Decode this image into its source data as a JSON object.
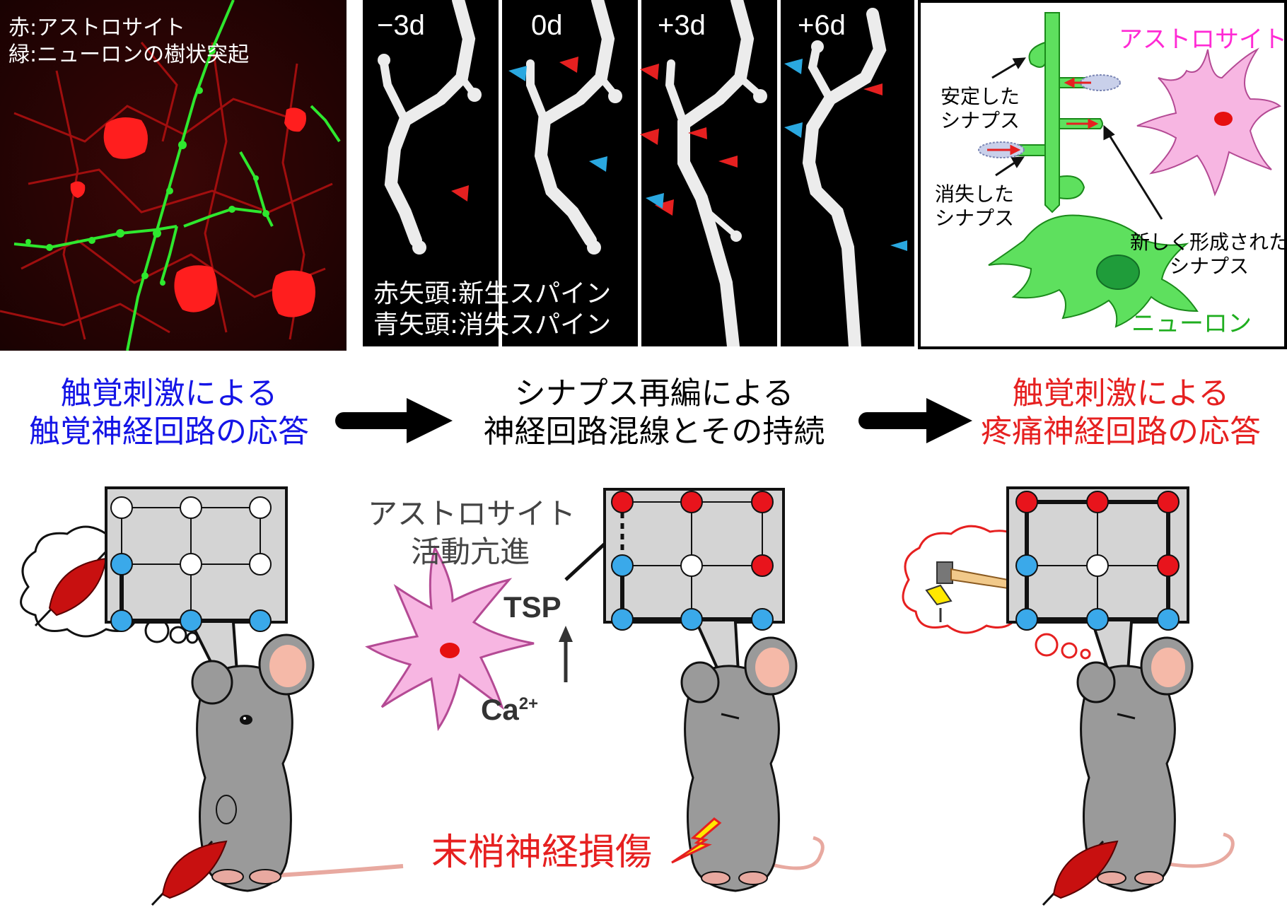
{
  "micrograph": {
    "legend": [
      "赤:アストロサイト",
      "緑:ニューロンの樹状突起"
    ]
  },
  "timelapse": {
    "frames": [
      "−3d",
      "0d",
      "+3d",
      "+6d"
    ],
    "legend": [
      "赤矢頭:新生スパイン",
      "青矢頭:消失スパイン"
    ]
  },
  "schematic": {
    "astrocyte_label": "アストロサイト",
    "neuron_label": "ニューロン",
    "stable_synapse": [
      "安定した",
      "シナプス"
    ],
    "lost_synapse": [
      "消失した",
      "シナプス"
    ],
    "new_synapse": [
      "新しく形成された",
      "シナプス"
    ]
  },
  "stages": [
    {
      "lines": [
        "触覚刺激による",
        "触覚神経回路の応答"
      ],
      "color": "#1414e6"
    },
    {
      "lines": [
        "シナプス再編による",
        "神経回路混線とその持続"
      ],
      "color": "#000000"
    },
    {
      "lines": [
        "触覚刺激による",
        "疼痛神経回路の応答"
      ],
      "color": "#e62020"
    }
  ],
  "middle": {
    "astro_activity": [
      "アストロサイト",
      "活動亢進"
    ],
    "tsp": "TSP",
    "calcium": "Ca",
    "calcium_sup": "2+",
    "injury": "末梢神経損傷"
  },
  "colors": {
    "astro_red": "#ff1a1a",
    "neuron_green": "#33dd33",
    "new_arrow": "#e62020",
    "lost_arrow": "#2aa8e0",
    "astro_pink": "#f7b6e2",
    "neuron_fill": "#5ee05e",
    "node_blue": "#3aa9ea",
    "node_red": "#e8141c",
    "mouse_gray": "#9a9a9a",
    "panel_gray": "#d4d4d4"
  }
}
